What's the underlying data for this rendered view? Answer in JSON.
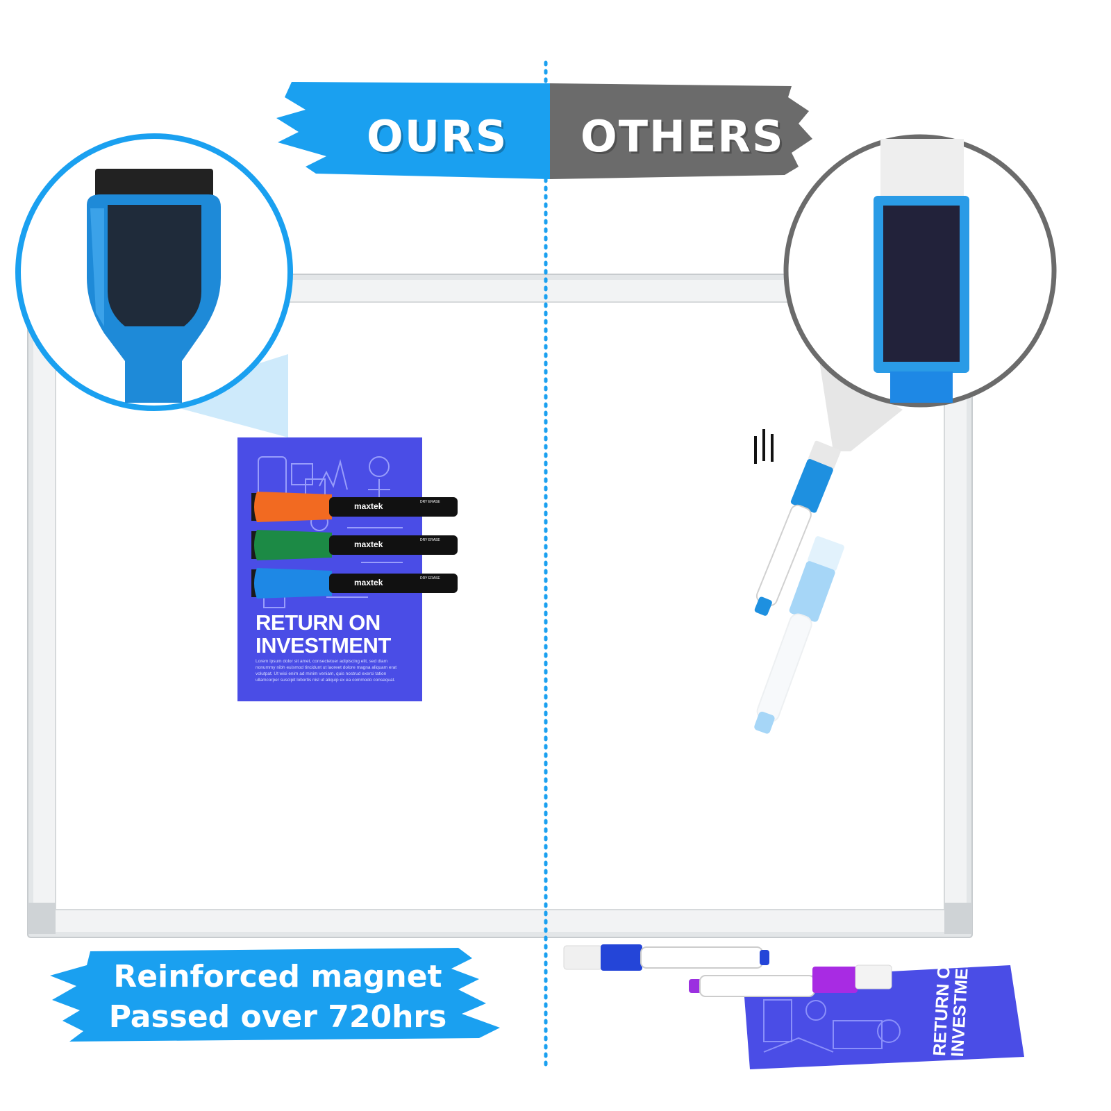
{
  "header": {
    "ours_label": "OURS",
    "others_label": "OTHERS"
  },
  "colors": {
    "ours_blue": "#1aa0f0",
    "others_gray": "#6b6b6b",
    "poster_purple": "#4a4de6",
    "divider_blue": "#1aa0f0"
  },
  "poster": {
    "title_line1": "RETURN ON",
    "title_line2": "INVESTMENT",
    "body": "Lorem ipsum dolor sit amet, consectetuer adipiscing elit, sed diam nonummy nibh euismod tincidunt ut laoreet dolore magna aliquam erat volutpat. Ut wisi enim ad minim veniam, quis nostrud exerci tation ullamcorper suscipit lobortis nisl ut aliquip ex ea commodo consequat."
  },
  "markers": {
    "brand": "maxtek",
    "tag": "DRY ERASE",
    "cap_colors": [
      "#f26a21",
      "#1c8a45",
      "#1e88e5"
    ]
  },
  "fallen_poster": {
    "title_line1": "RETURN ON",
    "title_line2": "INVESTMENT"
  },
  "bottom_banner": {
    "line1": "Reinforced magnet",
    "line2": "Passed over 720hrs"
  },
  "icons": [
    "eraser-cap-icon",
    "magnet-eraser-icon",
    "motion-lines-icon"
  ]
}
